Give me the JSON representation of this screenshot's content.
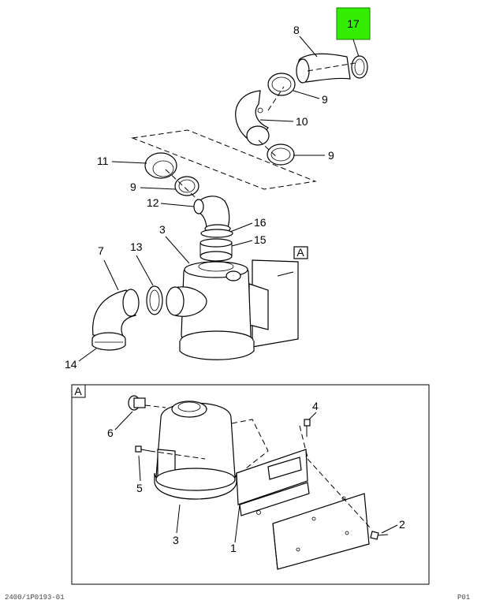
{
  "highlight": {
    "color": "#33ee00"
  },
  "callouts": {
    "p1": "1",
    "p2": "2",
    "p3_top": "3",
    "p3_bottom": "3",
    "p4": "4",
    "p5": "5",
    "p6": "6",
    "p7": "7",
    "p8": "8",
    "p9_a": "9",
    "p9_b": "9",
    "p9_c": "9",
    "p10": "10",
    "p11": "11",
    "p12": "12",
    "p13": "13",
    "p14": "14",
    "p15": "15",
    "p16": "16",
    "p17": "17"
  },
  "detail": {
    "ref_top": "A",
    "ref_box": "A"
  },
  "footer": {
    "left": "2400/1P0193-01",
    "right": "P01"
  }
}
